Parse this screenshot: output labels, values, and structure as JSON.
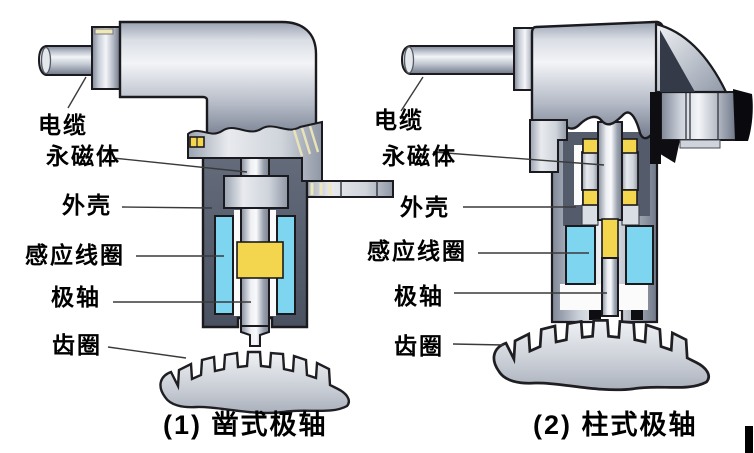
{
  "colors": {
    "background": "#ffffff",
    "coil_blue": "#7ed5f0",
    "magnet_yellow": "#f4d54e",
    "housing_dark": "#545c6c",
    "outline": "#1b1b1f",
    "leader_line": "#3a3a3a",
    "text": "#000000",
    "cursor_black": "#000000"
  },
  "diagrams": [
    {
      "caption": "(1) 凿式极轴",
      "labels": {
        "cable": "电缆",
        "permanent_magnet": "永磁体",
        "shell": "外壳",
        "induction_coil": "感应线圈",
        "pole_shaft": "极轴",
        "gear_ring": "齿圈"
      }
    },
    {
      "caption": "(2) 柱式极轴",
      "labels": {
        "cable": "电缆",
        "permanent_magnet": "永磁体",
        "shell": "外壳",
        "induction_coil": "感应线圈",
        "pole_shaft": "极轴",
        "gear_ring": "齿圈"
      }
    }
  ]
}
